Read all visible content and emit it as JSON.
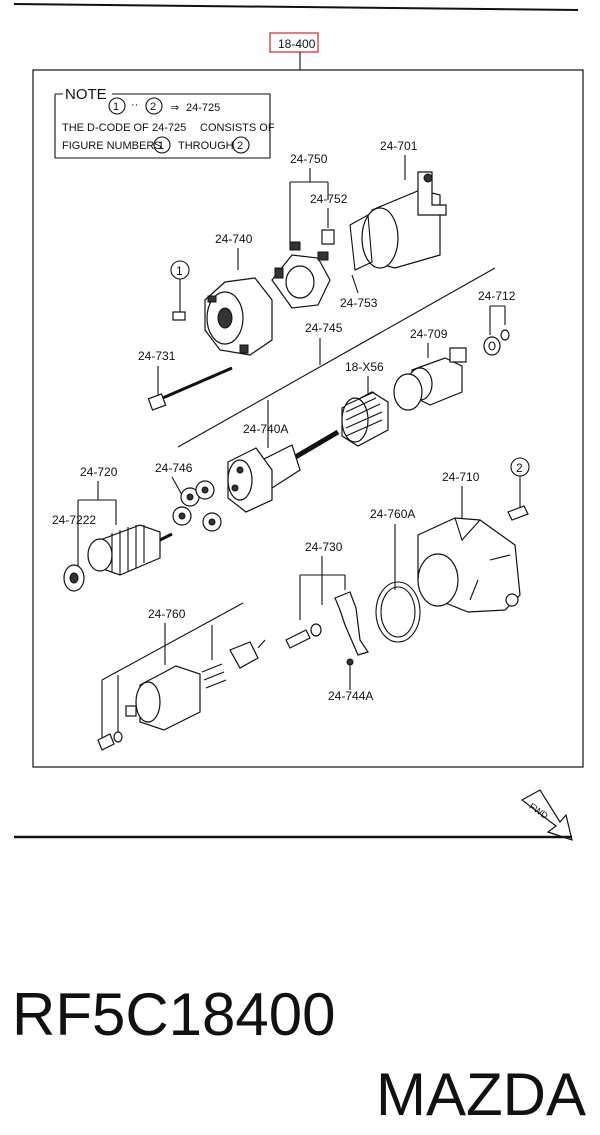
{
  "diagram": {
    "page_code": "18-400",
    "note": {
      "heading": "NOTE",
      "range_start": "1",
      "range_sep": "··",
      "range_end": "2",
      "arrow": "⇒",
      "dcode_ref": "24-725",
      "line2_a": "THE D-CODE OF",
      "line2_b": "24-725",
      "line2_c": "CONSISTS OF",
      "line3_a": "FIGURE NUMBERS",
      "line3_b": "1",
      "line3_c": "THROUGH",
      "line3_d": "2"
    },
    "labels": {
      "p24_750": "24-750",
      "p24_701": "24-701",
      "p24_752": "24-752",
      "p24_740": "24-740",
      "p24_753": "24-753",
      "p24_712": "24-712",
      "p24_745": "24-745",
      "p24_709": "24-709",
      "p24_731": "24-731",
      "p18_x56": "18-X56",
      "p24_740a": "24-740A",
      "p24_720": "24-720",
      "p24_746": "24-746",
      "p24_710": "24-710",
      "p24_7222": "24-7222",
      "p24_760a": "24-760A",
      "p24_730": "24-730",
      "p24_760": "24-760",
      "p24_744a": "24-744A"
    },
    "callouts": {
      "c1": "1",
      "c2": "2"
    },
    "fwd": "FWD"
  },
  "caption": {
    "part_number": "RF5C18400",
    "brand": "MAZDA"
  },
  "colors": {
    "highlight_box": "#e05050",
    "ink": "#111111"
  }
}
